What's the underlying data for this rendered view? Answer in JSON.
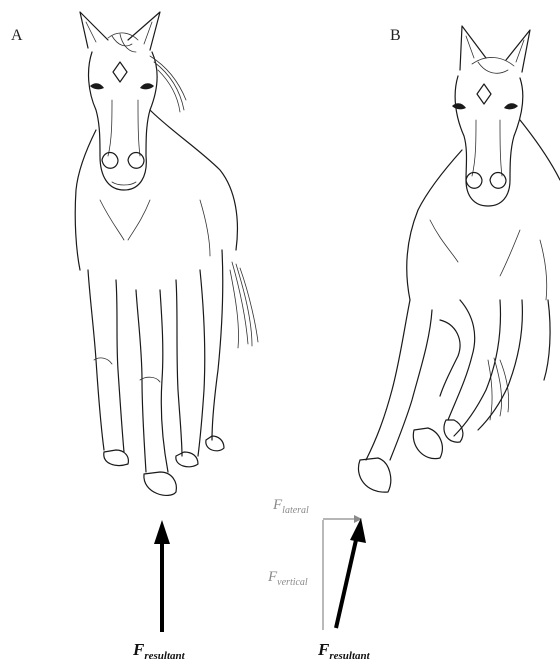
{
  "panels": {
    "a": {
      "label": "A"
    },
    "b": {
      "label": "B"
    }
  },
  "forces": {
    "a_resultant": {
      "symbol": "F",
      "subscript": "resultant"
    },
    "b_lateral": {
      "symbol": "F",
      "subscript": "lateral"
    },
    "b_vertical": {
      "symbol": "F",
      "subscript": "vertical"
    },
    "b_resultant": {
      "symbol": "F",
      "subscript": "resultant"
    }
  },
  "colors": {
    "ink": "#1a1a1a",
    "component_gray": "#8a8a8a"
  }
}
